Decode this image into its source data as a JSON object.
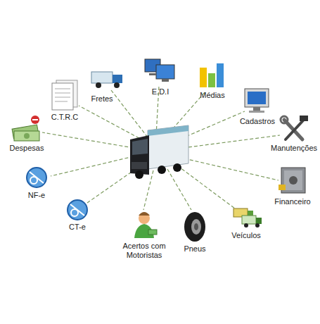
{
  "diagram": {
    "labels": [
      "C.T.R.C",
      "Fretes",
      "E.D.I",
      "Médias",
      "Cadastros",
      "Despesas",
      "Manutenções",
      "NF-e",
      "Financeiro",
      "CT-e",
      "Veículos",
      "Pneus",
      "Acertos com Motoristas"
    ]
  }
}
